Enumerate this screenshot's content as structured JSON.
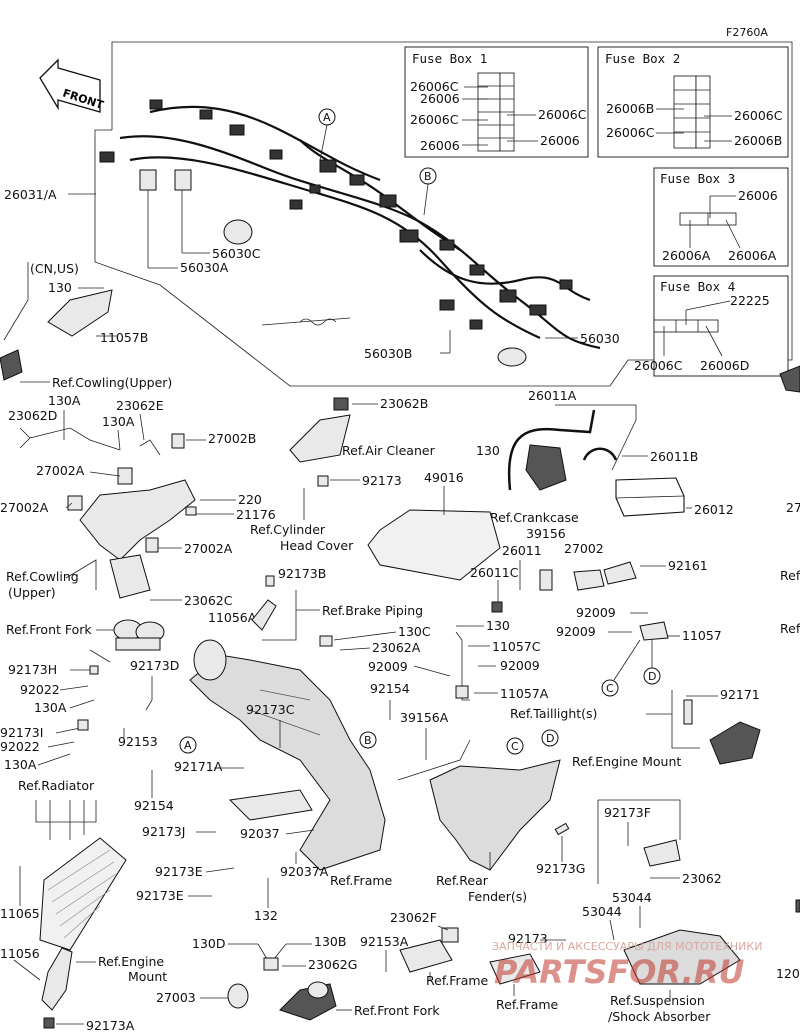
{
  "figure_id": "F2760A",
  "front_label": "FRONT",
  "region_label": "(CN,US)",
  "fuse_boxes": [
    {
      "title": "Fuse Box 1",
      "labels": [
        "26006C",
        "26006",
        "26006C",
        "26006",
        "26006C",
        "26006"
      ]
    },
    {
      "title": "Fuse Box 2",
      "labels": [
        "26006B",
        "26006C",
        "26006C",
        "26006B"
      ]
    },
    {
      "title": "Fuse Box 3",
      "labels": [
        "26006",
        "26006A",
        "26006A"
      ]
    },
    {
      "title": "Fuse Box 4",
      "labels": [
        "22225",
        "26006C",
        "26006D"
      ]
    }
  ],
  "callouts": {
    "A": "A",
    "B": "B",
    "C": "C",
    "D": "D"
  },
  "labels": {
    "l_26031A": "26031/A",
    "l_56030C": "56030C",
    "l_56030A": "56030A",
    "l_56030B": "56030B",
    "l_56030": "56030",
    "l_130a": "130",
    "l_11057B": "11057B",
    "l_refcowl1": "Ref.Cowling(Upper)",
    "l_130A_1": "130A",
    "l_23062D": "23062D",
    "l_23062E": "23062E",
    "l_130A_2": "130A",
    "l_27002B": "27002B",
    "l_27002A_1": "27002A",
    "l_27002A_2": "27002A",
    "l_220": "220",
    "l_21176": "21176",
    "l_27002A_3": "27002A",
    "l_refcowl2a": "Ref.Cowling",
    "l_refcowl2b": "(Upper)",
    "l_23062C": "23062C",
    "l_reffork1": "Ref.Front Fork",
    "l_92173H": "92173H",
    "l_92022_1": "92022",
    "l_130A_3": "130A",
    "l_92173I": "92173I",
    "l_92022_2": "92022",
    "l_130A_4": "130A",
    "l_92173D": "92173D",
    "l_92153": "92153",
    "l_refradiator": "Ref.Radiator",
    "l_11065": "11065",
    "l_11056": "11056",
    "l_refengmount1a": "Ref.Engine",
    "l_refengmount1b": "Mount",
    "l_92173A": "92173A",
    "l_23062B": "23062B",
    "l_refaircl": "Ref.Air Cleaner",
    "l_130b": "130",
    "l_26011A": "26011A",
    "l_26011B": "26011B",
    "l_refcrank": "Ref.Crankcase",
    "l_26012": "26012",
    "l_92173": "92173",
    "l_refcyl1": "Ref.Cylinder",
    "l_refcyl2": "Head Cover",
    "l_49016": "49016",
    "l_39156": "39156",
    "l_26011": "26011",
    "l_27002": "27002",
    "l_26011C": "26011C",
    "l_92161": "92161",
    "l_92173B": "92173B",
    "l_11056A": "11056A",
    "l_refbrake": "Ref.Brake Piping",
    "l_130c": "130",
    "l_92009_1": "92009",
    "l_92009_2": "92009",
    "l_11057": "11057",
    "l_130C": "130C",
    "l_23062A": "23062A",
    "l_11057C": "11057C",
    "l_92009_3": "92009",
    "l_92009_4": "92009",
    "l_92154_1": "92154",
    "l_11057A": "11057A",
    "l_92171": "92171",
    "l_reftail": "Ref.Taillight(s)",
    "l_92173C": "92173C",
    "l_39156A": "39156A",
    "l_92171A": "92171A",
    "l_92154_2": "92154",
    "l_refengmount2": "Ref.Engine Mount",
    "l_92173J": "92173J",
    "l_92037": "92037",
    "l_92173F": "92173F",
    "l_92173E_1": "92173E",
    "l_92037A": "92037A",
    "l_refframe1": "Ref.Frame",
    "l_refrear1": "Ref.Rear",
    "l_refrear2": "Fender(s)",
    "l_92173G": "92173G",
    "l_23062": "23062",
    "l_92173E_2": "92173E",
    "l_132": "132",
    "l_53044_1": "53044",
    "l_53044_2": "53044",
    "l_23062F": "23062F",
    "l_130D": "130D",
    "l_130B": "130B",
    "l_92153A": "92153A",
    "l_92173_2": "92173",
    "l_23062G": "23062G",
    "l_refframe2": "Ref.Frame",
    "l_27003": "27003",
    "l_reffork2": "Ref.Front Fork",
    "l_refframe3": "Ref.Frame",
    "l_refsusp1": "Ref.Suspension",
    "l_refsusp2": "/Shock Absorber",
    "l_wm_top": "ЗАПЧАСТИ И АКСЕССУАРЫ ДЛЯ МОТОТЕХНИКИ",
    "l_wm_main": "PARTSFOR.RU",
    "l_right1": "Ref",
    "l_right2": "Ref",
    "l_edge27": "27",
    "l_edge120": "120"
  },
  "colors": {
    "ink": "#111111",
    "part_fill": "#e9e9e9",
    "watermark": "#c0392b"
  }
}
